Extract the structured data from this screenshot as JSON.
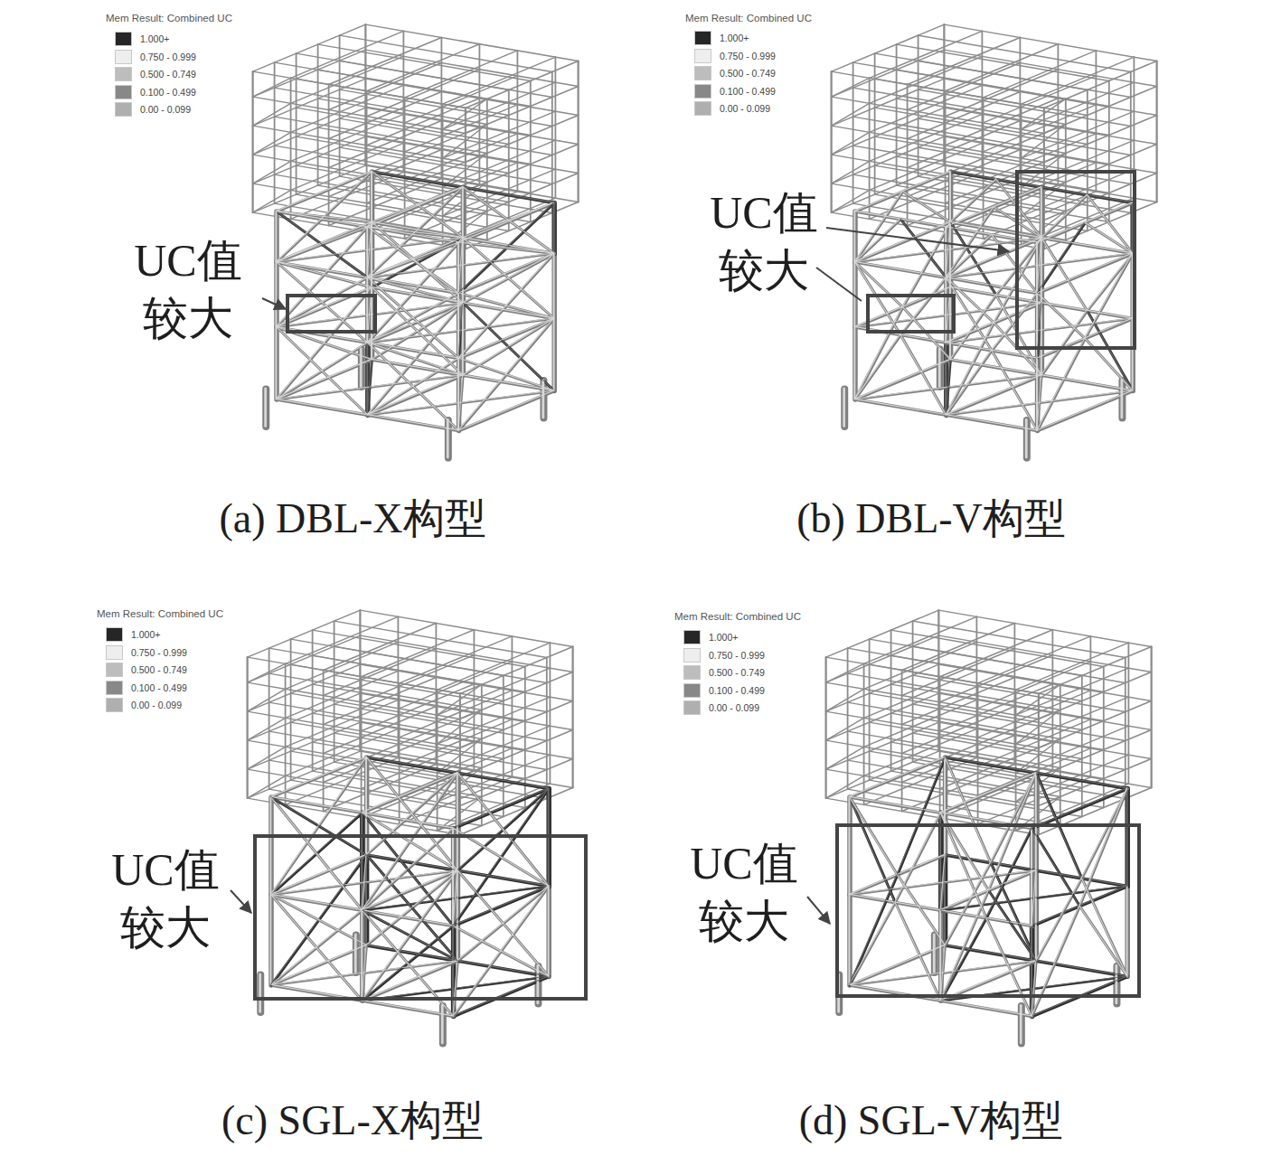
{
  "diagram": {
    "labels": [
      "Mem Result: Combined UC",
      "UC值 较大",
      "(a) DBL-X构型",
      "Mem Result: Combined UC",
      "UC值 较大",
      "(b) DBL-V构型",
      "Mem Result: Combined UC",
      "UC值 较大",
      "(c) SGL-X构型",
      "Mem Result: Combined UC",
      "UC值 较大",
      "(d) SGL-V构型"
    ],
    "legend": [
      {
        "text": "1.000+",
        "color": "#262626"
      },
      {
        "text": "0.750 - 0.999",
        "color": "#eeeeee"
      },
      {
        "text": "0.500 - 0.749",
        "color": "#bdbdbd"
      },
      {
        "text": "0.100 - 0.499",
        "color": "#888888"
      },
      {
        "text": "0.00 - 0.099",
        "color": "#afafaf"
      },
      {
        "text": "1.000+",
        "color": "#262626"
      },
      {
        "text": "0.750 - 0.999",
        "color": "#eeeeee"
      },
      {
        "text": "0.500 - 0.749",
        "color": "#bdbdbd"
      },
      {
        "text": "0.100 - 0.499",
        "color": "#888888"
      },
      {
        "text": "0.00 - 0.099",
        "color": "#afafaf"
      },
      {
        "text": "1.000+",
        "color": "#262626"
      },
      {
        "text": "0.750 - 0.999",
        "color": "#eeeeee"
      },
      {
        "text": "0.500 - 0.749",
        "color": "#bdbdbd"
      },
      {
        "text": "0.100 - 0.499",
        "color": "#888888"
      },
      {
        "text": "0.00 - 0.099",
        "color": "#afafaf"
      },
      {
        "text": "1.000+",
        "color": "#262626"
      },
      {
        "text": "0.750 - 0.999",
        "color": "#eeeeee"
      },
      {
        "text": "0.500 - 0.749",
        "color": "#bdbdbd"
      },
      {
        "text": "0.100 - 0.499",
        "color": "#888888"
      },
      {
        "text": "0.00 - 0.099",
        "color": "#afafaf"
      }
    ]
  }
}
